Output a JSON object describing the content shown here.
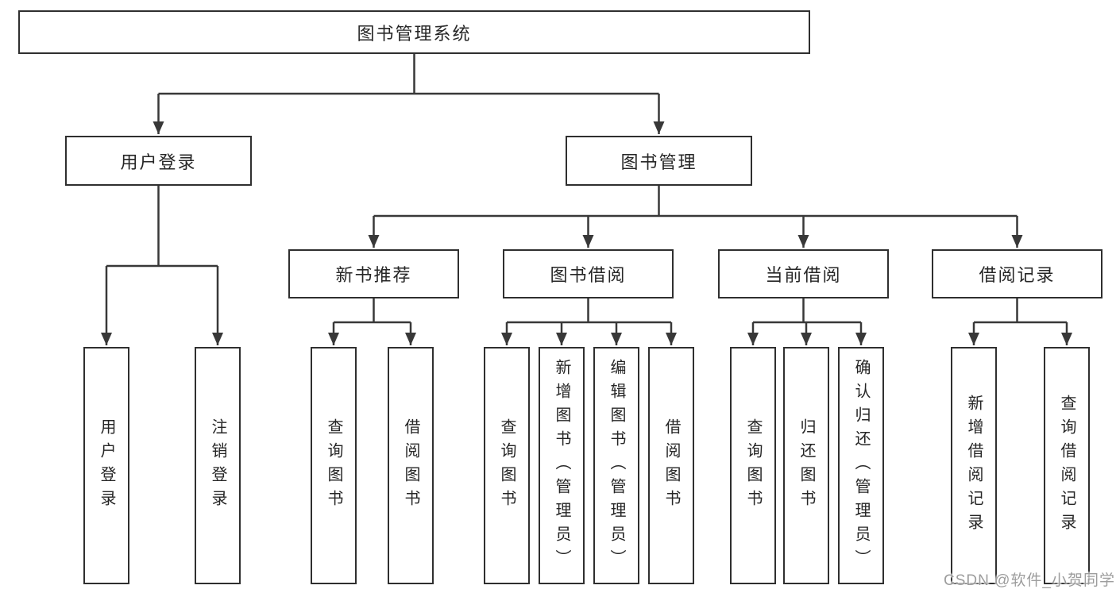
{
  "page": {
    "background": "#ffffff"
  },
  "colors": {
    "line": "#383838",
    "box_border": "#2f2f2f",
    "text": "#262626",
    "watermark": "#9d9d9d"
  },
  "watermark": {
    "text": "CSDN @软件_小贺同学"
  },
  "diagram": {
    "type": "hierarchy-tree",
    "tree": {
      "label": "图书管理系统",
      "children": [
        {
          "label": "用户登录",
          "children": [
            {
              "label": "用户登录"
            },
            {
              "label": "注销登录"
            }
          ]
        },
        {
          "label": "图书管理",
          "children": [
            {
              "label": "新书推荐",
              "children": [
                {
                  "label": "查询图书"
                },
                {
                  "label": "借阅图书"
                }
              ]
            },
            {
              "label": "图书借阅",
              "children": [
                {
                  "label": "查询图书"
                },
                {
                  "label": "新增图书（管理员）"
                },
                {
                  "label": "编辑图书（管理员）"
                },
                {
                  "label": "借阅图书"
                }
              ]
            },
            {
              "label": "当前借阅",
              "children": [
                {
                  "label": "查询图书"
                },
                {
                  "label": "归还图书"
                },
                {
                  "label": "确认归还（管理员）"
                }
              ]
            },
            {
              "label": "借阅记录",
              "children": [
                {
                  "label": "新增借阅记录"
                },
                {
                  "label": "查询借阅记录"
                }
              ]
            }
          ]
        }
      ]
    }
  }
}
